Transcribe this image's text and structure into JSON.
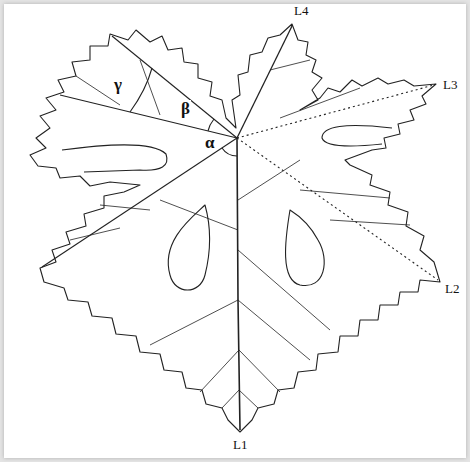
{
  "diagram": {
    "labels": [
      "L4",
      "γ",
      "L3",
      "β",
      "α",
      "L2",
      "L1"
    ]
  }
}
